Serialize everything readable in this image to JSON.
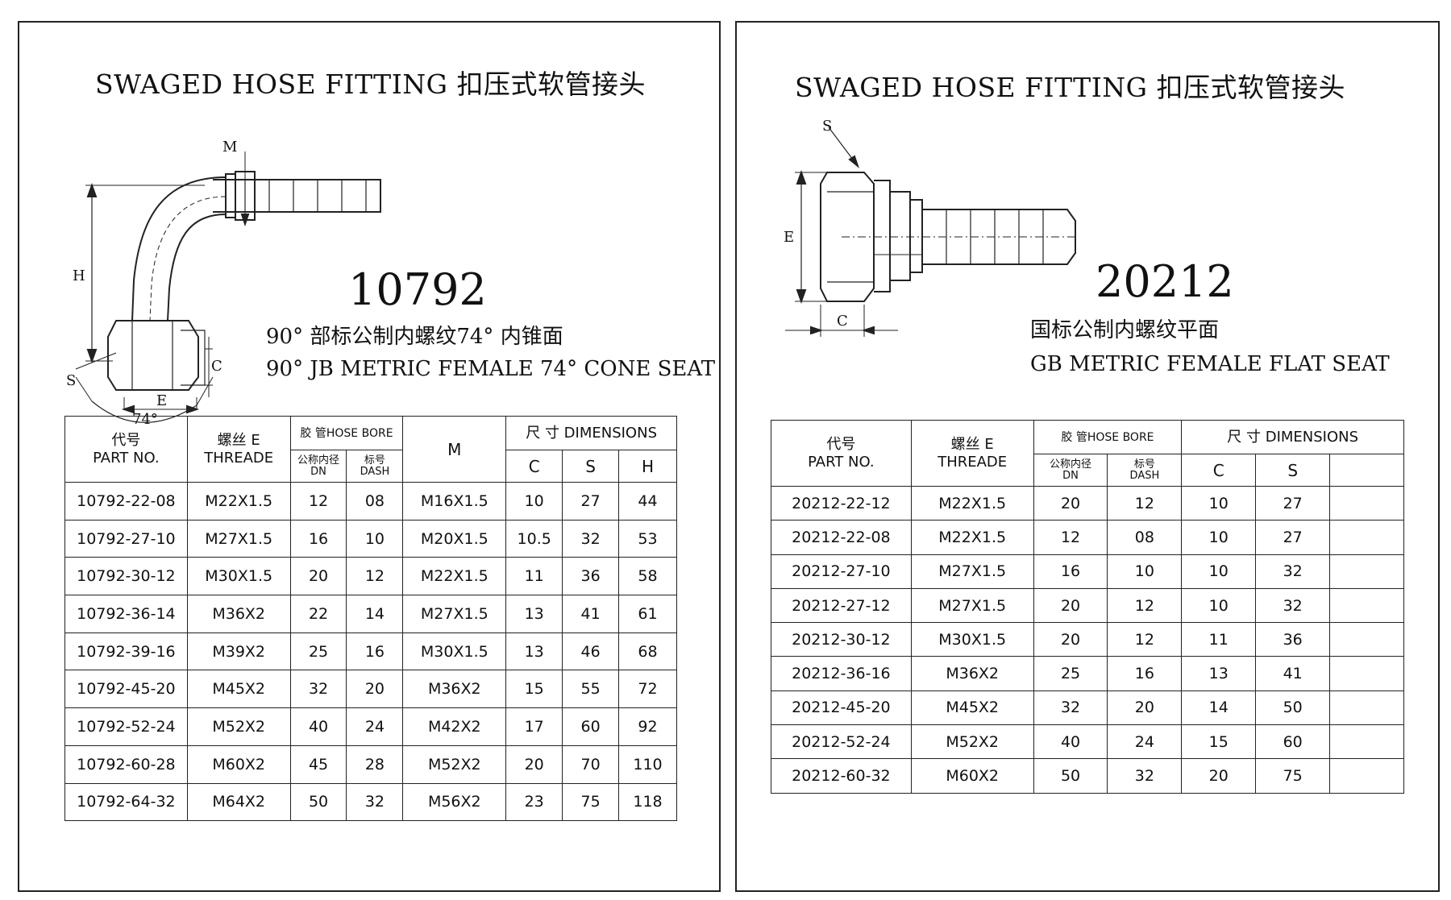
{
  "sheets": [
    {
      "heading": "SWAGED HOSE FITTING  扣压式软管接头",
      "model": "10792",
      "desc_cn": "90° 部标公制内螺纹74° 内锥面",
      "desc_en": "90° JB METRIC FEMALE 74°  CONE SEAT",
      "drawing_labels": {
        "m": "M",
        "h": "H",
        "s": "S",
        "c": "C",
        "e": "E",
        "angle": "74°"
      },
      "table": {
        "h_part_cn": "代号",
        "h_part_en": "PART NO.",
        "h_thread_cn": "螺丝 E",
        "h_thread_en": "THREADE",
        "h_bore": "胶 管HOSE BORE",
        "h_dn_cn": "公称内径",
        "h_dn_en": "DN",
        "h_dash_cn": "标号",
        "h_dash_en": "DASH",
        "h_m": "M",
        "h_dims": "尺 寸 DIMENSIONS",
        "h_c": "C",
        "h_s": "S",
        "h_h": "H",
        "rows": [
          [
            "10792-22-08",
            "M22X1.5",
            "12",
            "08",
            "M16X1.5",
            "10",
            "27",
            "44"
          ],
          [
            "10792-27-10",
            "M27X1.5",
            "16",
            "10",
            "M20X1.5",
            "10.5",
            "32",
            "53"
          ],
          [
            "10792-30-12",
            "M30X1.5",
            "20",
            "12",
            "M22X1.5",
            "11",
            "36",
            "58"
          ],
          [
            "10792-36-14",
            "M36X2",
            "22",
            "14",
            "M27X1.5",
            "13",
            "41",
            "61"
          ],
          [
            "10792-39-16",
            "M39X2",
            "25",
            "16",
            "M30X1.5",
            "13",
            "46",
            "68"
          ],
          [
            "10792-45-20",
            "M45X2",
            "32",
            "20",
            "M36X2",
            "15",
            "55",
            "72"
          ],
          [
            "10792-52-24",
            "M52X2",
            "40",
            "24",
            "M42X2",
            "17",
            "60",
            "92"
          ],
          [
            "10792-60-28",
            "M60X2",
            "45",
            "28",
            "M52X2",
            "20",
            "70",
            "110"
          ],
          [
            "10792-64-32",
            "M64X2",
            "50",
            "32",
            "M56X2",
            "23",
            "75",
            "118"
          ]
        ]
      }
    },
    {
      "heading": "SWAGED HOSE FITTING  扣压式软管接头",
      "model": "20212",
      "desc_cn": "国标公制内螺纹平面",
      "desc_en": "GB METRIC FEMALE FLAT SEAT",
      "drawing_labels": {
        "s": "S",
        "e": "E",
        "c": "C"
      },
      "table": {
        "h_part_cn": "代号",
        "h_part_en": "PART NO.",
        "h_thread_cn": "螺丝 E",
        "h_thread_en": "THREADE",
        "h_bore": "胶 管HOSE BORE",
        "h_dn_cn": "公称内径",
        "h_dn_en": "DN",
        "h_dash_cn": "标号",
        "h_dash_en": "DASH",
        "h_dims": "尺 寸 DIMENSIONS",
        "h_c": "C",
        "h_s": "S",
        "rows": [
          [
            "20212-22-12",
            "M22X1.5",
            "20",
            "12",
            "10",
            "27"
          ],
          [
            "20212-22-08",
            "M22X1.5",
            "12",
            "08",
            "10",
            "27"
          ],
          [
            "20212-27-10",
            "M27X1.5",
            "16",
            "10",
            "10",
            "32"
          ],
          [
            "20212-27-12",
            "M27X1.5",
            "20",
            "12",
            "10",
            "32"
          ],
          [
            "20212-30-12",
            "M30X1.5",
            "20",
            "12",
            "11",
            "36"
          ],
          [
            "20212-36-16",
            "M36X2",
            "25",
            "16",
            "13",
            "41"
          ],
          [
            "20212-45-20",
            "M45X2",
            "32",
            "20",
            "14",
            "50"
          ],
          [
            "20212-52-24",
            "M52X2",
            "40",
            "24",
            "15",
            "60"
          ],
          [
            "20212-60-32",
            "M60X2",
            "50",
            "32",
            "20",
            "75"
          ]
        ]
      }
    }
  ]
}
